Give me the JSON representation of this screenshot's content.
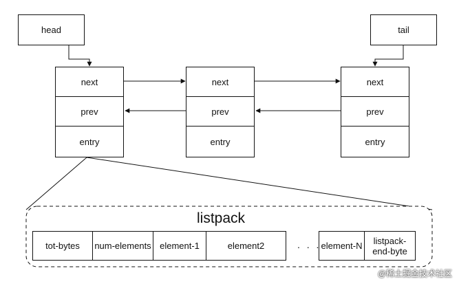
{
  "nodes": {
    "head": "head",
    "tail": "tail",
    "next": "next",
    "prev": "prev",
    "entry": "entry"
  },
  "listpack": {
    "title": "listpack",
    "cells": [
      "tot-bytes",
      "num-elements",
      "element-1",
      "element2",
      "element-N",
      "listpack-end-byte"
    ],
    "ellipsis": ". . ."
  },
  "watermark": "@稀土掘金技术社区"
}
